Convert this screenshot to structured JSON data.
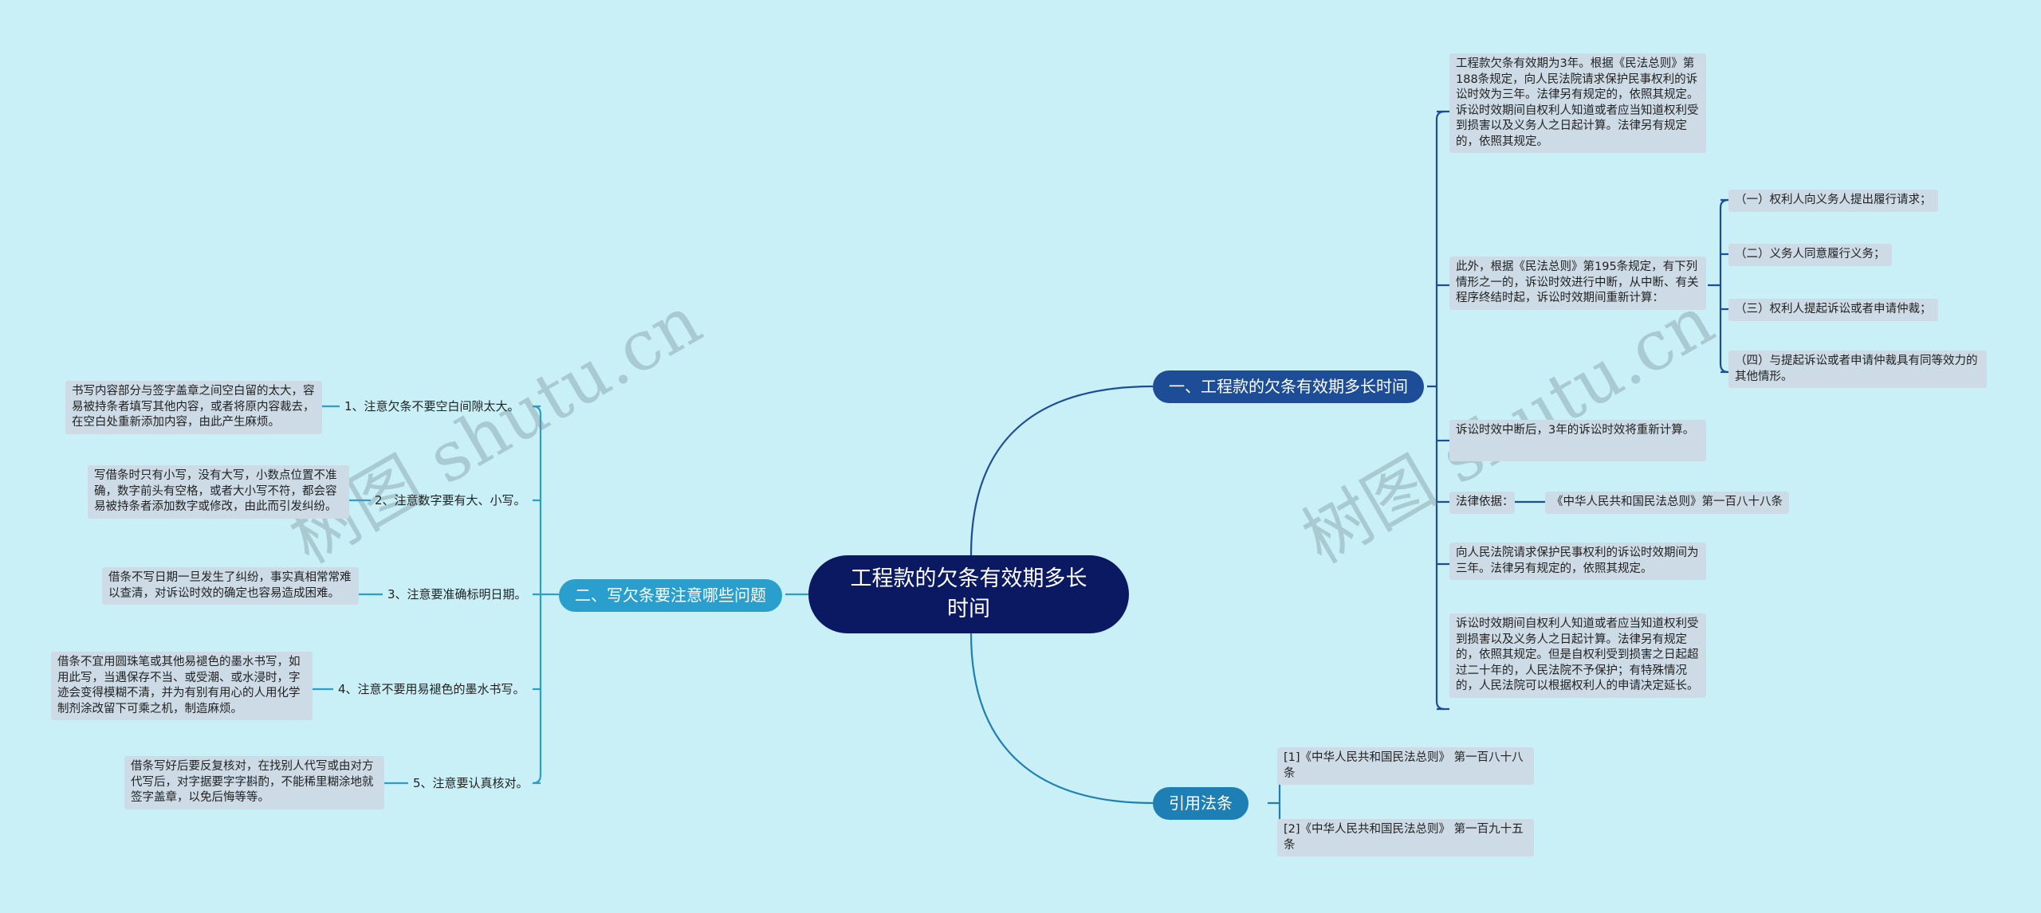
{
  "watermarks": [
    "树图 shutu.cn",
    "树图 shutu.cn"
  ],
  "root": {
    "label": "工程款的欠条有效期多长时间"
  },
  "branch1": {
    "label": "一、工程款的欠条有效期多长时间",
    "n1": "工程款欠条有效期为3年。根据《民法总则》第188条规定，向人民法院请求保护民事权利的诉讼时效为三年。法律另有规定的，依照其规定。诉讼时效期间自权利人知道或者应当知道权利受到损害以及义务人之日起计算。法律另有规定的，依照其规定。",
    "n2": "此外，根据《民法总则》第195条规定，有下列情形之一的，诉讼时效进行中断，从中断、有关程序终结时起，诉讼时效期间重新计算：",
    "n2_children": [
      "（一）权利人向义务人提出履行请求；",
      "（二）义务人同意履行义务；",
      "（三）权利人提起诉讼或者申请仲裁；",
      "（四）与提起诉讼或者申请仲裁具有同等效力的其他情形。"
    ],
    "n3": "诉讼时效中断后，3年的诉讼时效将重新计算。",
    "n4": "法律依据：",
    "n4_child": "《中华人民共和国民法总则》第一百八十八条",
    "n5": "向人民法院请求保护民事权利的诉讼时效期间为三年。法律另有规定的，依照其规定。",
    "n6": "诉讼时效期间自权利人知道或者应当知道权利受到损害以及义务人之日起计算。法律另有规定的，依照其规定。但是自权利受到损害之日起超过二十年的，人民法院不予保护；有特殊情况的，人民法院可以根据权利人的申请决定延长。"
  },
  "branch2": {
    "label": "二、写欠条要注意哪些问题",
    "items": [
      {
        "label": "1、注意欠条不要空白间隙太大。",
        "detail": "书写内容部分与签字盖章之间空白留的太大，容易被持条者填写其他内容，或者将原内容裁去，在空白处重新添加内容，由此产生麻烦。"
      },
      {
        "label": "2、注意数字要有大、小写。",
        "detail": "写借条时只有小写，没有大写，小数点位置不准确，数字前头有空格，或者大小写不符，都会容易被持条者添加数字或修改，由此而引发纠纷。"
      },
      {
        "label": "3、注意要准确标明日期。",
        "detail": "借条不写日期一旦发生了纠纷，事实真相常常难以查清，对诉讼时效的确定也容易造成困难。"
      },
      {
        "label": "4、注意不要用易褪色的墨水书写。",
        "detail": "借条不宜用圆珠笔或其他易褪色的墨水书写，如用此写，当遇保存不当、或受潮、或水浸时，字迹会变得模糊不清，并为有别有用心的人用化学制剂涂改留下可乘之机，制造麻烦。"
      },
      {
        "label": "5、注意要认真核对。",
        "detail": "借条写好后要反复核对，在找别人代写或由对方代写后，对字据要字字斟酌，不能稀里糊涂地就签字盖章，以免后悔等等。"
      }
    ]
  },
  "branch3": {
    "label": "引用法条",
    "items": [
      "[1]《中华人民共和国民法总则》 第一百八十八条",
      "[2]《中华人民共和国民法总则》 第一百九十五条"
    ]
  },
  "colors": {
    "background": "#c9f0f6",
    "root": "#0b1962",
    "branch1": "#1d4d97",
    "branch2": "#2a9fcd",
    "branch3": "#1d7fb3",
    "leaf_box": "#cddbe6"
  }
}
